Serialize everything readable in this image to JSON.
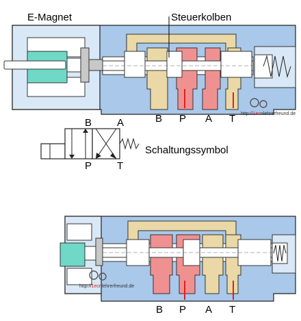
{
  "labels": {
    "magnet": "E-Magnet",
    "spool": "Steuerkolben",
    "symbol": "Schaltungssymbol"
  },
  "top_ports": {
    "b": "B",
    "p": "P",
    "a": "A",
    "t": "T"
  },
  "symbol_ports": {
    "b": "B",
    "a": "A",
    "p": "P",
    "t": "T"
  },
  "bottom_ports": {
    "b": "B",
    "p": "P",
    "a": "A",
    "t": "T"
  },
  "watermark": {
    "prefix": "http://",
    "brand": "nlehrerfreund.de",
    "text": "http://"
  },
  "colors": {
    "housing": "#a9c8ea",
    "housing_light": "#d9e8f6",
    "bore": "#ffffff",
    "pressure": "#f09191",
    "tank": "#ead9a6",
    "spool": "#ffffff",
    "coil": "#6fd8c6",
    "gray": "#c8c8c8",
    "arrow_red": "#e02020"
  }
}
